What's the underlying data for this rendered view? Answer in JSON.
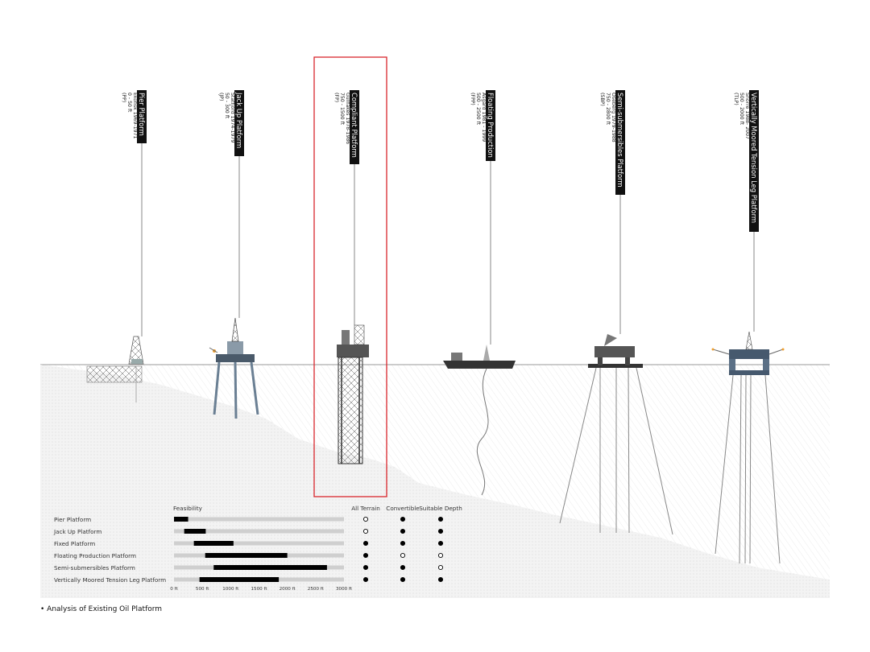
{
  "platforms": [
    {
      "name": "Pier Platform",
      "lines": [
        "Ekofisk 1969-1971",
        "0 - 50 ft",
        "(PP)"
      ]
    },
    {
      "name": "Jack Up Platform",
      "lines": [
        "Statfjord 1974-1979",
        "50 - 300 ft",
        "(JP)"
      ]
    },
    {
      "name": "Compliant Platform",
      "lines": [
        "Gullfakes 1978-1986",
        "750 - 1500 ft",
        "(FP)"
      ]
    },
    {
      "name": "Floating Production",
      "lines": [
        "Asgard 1981 - 1999",
        "500 - 2500 ft",
        "(FPP)"
      ]
    },
    {
      "name": "Semi-submersibles Platform",
      "lines": [
        "Oseberg 1979-1988",
        "750 - 2800 ft",
        "(SBP)"
      ]
    },
    {
      "name": "Vertically Moored Tension Leg Platform",
      "lines": [
        "Snorre 1988- 2007",
        "500 - 2000 ft",
        "(TLP)"
      ]
    }
  ],
  "table": {
    "feasibility_header": "Feasibility",
    "col_headers": [
      "All Terrain",
      "Convertible",
      "Suitable Depth"
    ],
    "rows": [
      {
        "label": "Pier Platform",
        "range_ft": [
          0,
          250
        ],
        "marks": [
          "empty",
          "filled",
          "filled"
        ]
      },
      {
        "label": "Jack Up Platform",
        "range_ft": [
          180,
          560
        ],
        "marks": [
          "empty",
          "filled",
          "filled"
        ]
      },
      {
        "label": "Fixed Platform",
        "range_ft": [
          350,
          1050
        ],
        "marks": [
          "filled",
          "filled",
          "filled"
        ]
      },
      {
        "label": "Floating Production Platform",
        "range_ft": [
          550,
          2000
        ],
        "marks": [
          "filled",
          "empty",
          "empty"
        ]
      },
      {
        "label": "Semi-submersibles Platform",
        "range_ft": [
          700,
          2700
        ],
        "marks": [
          "filled",
          "filled",
          "empty"
        ]
      },
      {
        "label": "Vertically Moored Tension Leg Platform",
        "range_ft": [
          450,
          1850
        ],
        "marks": [
          "filled",
          "filled",
          "filled"
        ]
      }
    ],
    "axis_max_ft": 3000,
    "axis_ticks": [
      "0 ft",
      "500 ft",
      "1000 ft",
      "1500 ft",
      "2000 ft",
      "2500 ft",
      "3000 ft"
    ]
  },
  "caption": "• Analysis of Existing Oil Platform",
  "colors": {
    "highlight": "#d9262c",
    "label_bg": "#111111",
    "bar_bg": "#cfcfcf",
    "bar_fg": "#000000",
    "seabed": "#e6e6e6"
  }
}
